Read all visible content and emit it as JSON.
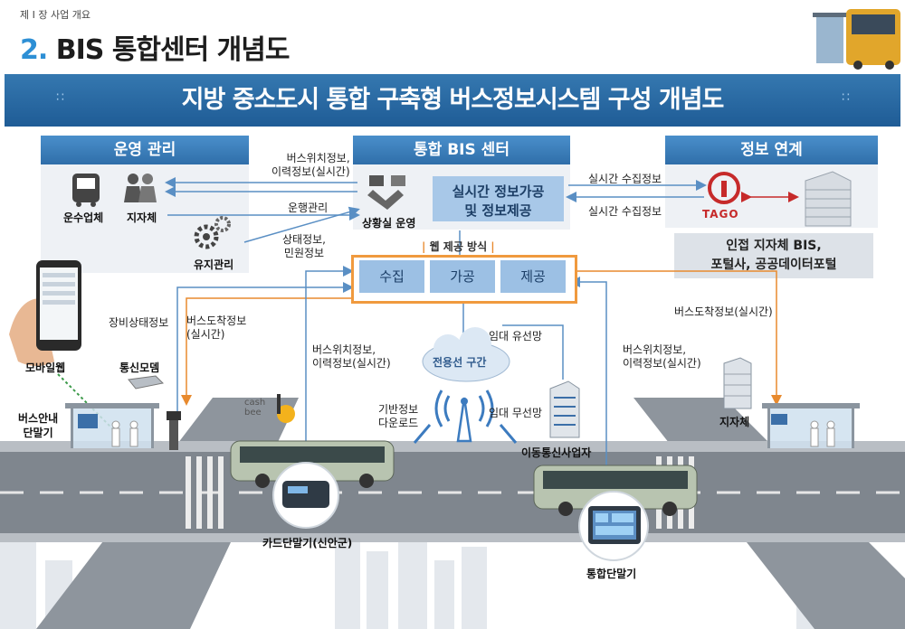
{
  "header": {
    "section": "제 I 장 사업 개요",
    "title_num": "2.",
    "title_text": "BIS 통합센터 개념도"
  },
  "banner": {
    "title": "지방 중소도시 통합 구축형 버스정보시스템 구성 개념도"
  },
  "operations_panel": {
    "title": "운영 관리",
    "items": [
      "운수업체",
      "지자체",
      "유지관리"
    ]
  },
  "center_panel": {
    "title": "통합 BIS 센터",
    "situation_room": "상황실 운영",
    "process_line1": "실시간 정보가공",
    "process_line2": "및 정보제공"
  },
  "link_panel": {
    "title": "정보 연계",
    "tago": "TAGO",
    "info_line1": "인접 지자체 BIS,",
    "info_line2": "포털사, 공공데이터포털"
  },
  "flows": {
    "bus_location_l1": "버스위치정보,",
    "bus_location_l2": "이력정보(실시간)",
    "operation_mgmt": "운행관리",
    "status_l1": "상태정보,",
    "status_l2": "민원정보",
    "realtime_collect_1": "실시간 수집정보",
    "realtime_collect_2": "실시간 수집정보",
    "web_method": "웹 제공 방식",
    "steps": [
      "수집",
      "가공",
      "제공"
    ],
    "device_status": "장비상태정보",
    "arrival_l1": "버스도착정보",
    "arrival_l2": "(실시간)",
    "mid_location_l1": "버스위치정보,",
    "mid_location_l2": "이력정보(실시간)",
    "leased_wired": "임대 유선망",
    "dedicated_line": "전용선 구간",
    "base_download_l1": "기반정보",
    "base_download_l2": "다운로드",
    "leased_wireless": "임대 무선망",
    "right_arrival": "버스도착정보(실시간)",
    "right_location_l1": "버스위치정보,",
    "right_location_l2": "이력정보(실시간)"
  },
  "field": {
    "mobile_web": "모바일웹",
    "comm_modem": "통신모뎀",
    "stop_terminal_l1": "버스안내",
    "stop_terminal_l2": "단말기",
    "cashbee_l1": "cash",
    "cashbee_l2": "bee",
    "card_terminal": "카드단말기(신안군)",
    "telecom": "이동통신사업자",
    "right_city": "지자체",
    "integrated_terminal": "통합단말기"
  },
  "colors": {
    "banner": "#1f5c96",
    "panel_header": "#2f6ea9",
    "flow_arrow_orange": "#e88a2e",
    "flow_arrow_blue": "#5a8fc4",
    "step_box": "#9cc0e4",
    "tago_red": "#c62a2a"
  },
  "icons": [
    "bus-icon",
    "people-icon",
    "gears-icon",
    "handshake-icon",
    "tago-logo-icon",
    "building-icon",
    "phone-icon",
    "modem-icon",
    "cloud-icon",
    "antenna-icon",
    "bus-stop-icon",
    "bus-vehicle-icon",
    "card-terminal-icon",
    "tablet-terminal-icon"
  ]
}
